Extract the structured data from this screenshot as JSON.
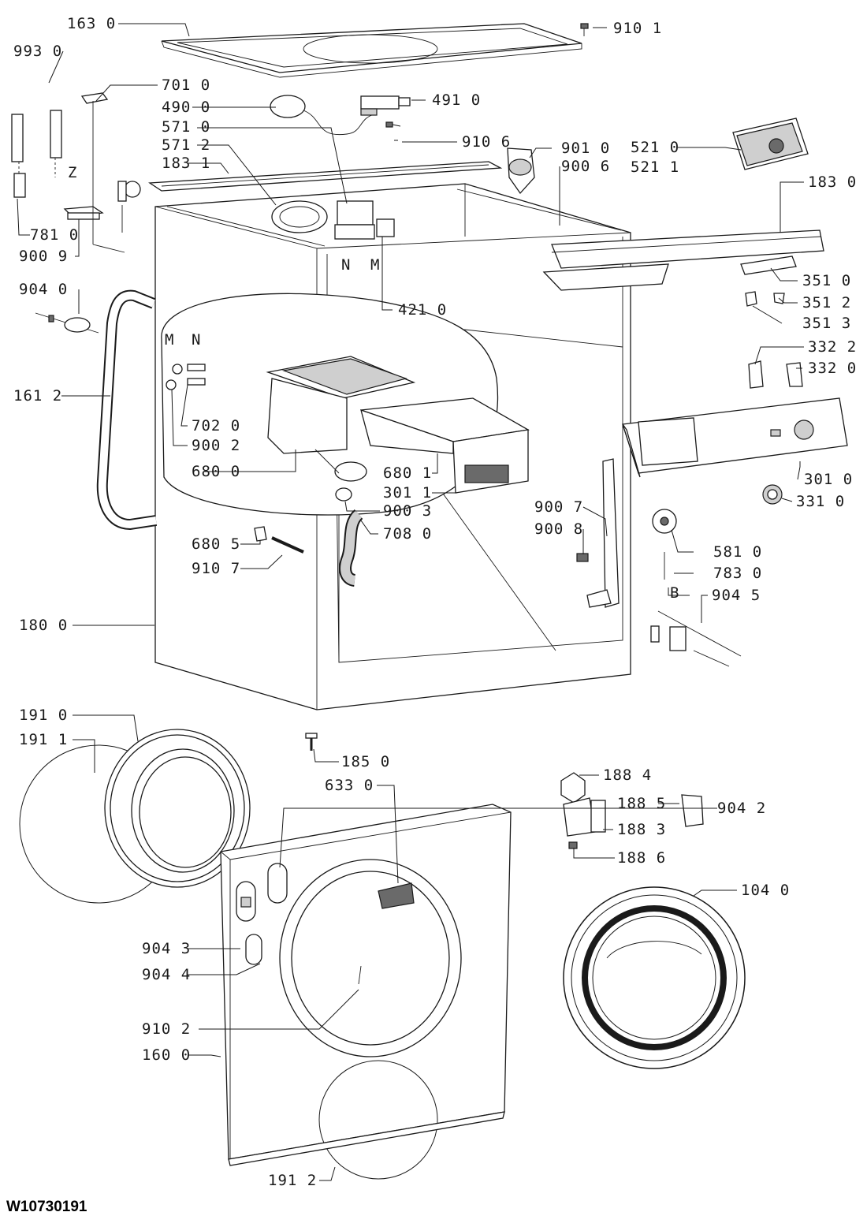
{
  "document_code": "W10730191",
  "callouts": [
    {
      "id": "c-1630",
      "text": "163 0"
    },
    {
      "id": "c-9101",
      "text": "910 1"
    },
    {
      "id": "c-9930",
      "text": "993 0"
    },
    {
      "id": "c-7010",
      "text": "701 0"
    },
    {
      "id": "c-4900",
      "text": "490 0"
    },
    {
      "id": "c-4910",
      "text": "491 0"
    },
    {
      "id": "c-5710",
      "text": "571 0"
    },
    {
      "id": "c-5712",
      "text": "571 2"
    },
    {
      "id": "c-9106",
      "text": "910 6"
    },
    {
      "id": "c-1831",
      "text": "183 1"
    },
    {
      "id": "c-9010",
      "text": "901 0"
    },
    {
      "id": "c-9006",
      "text": "900 6"
    },
    {
      "id": "c-5210",
      "text": "521 0"
    },
    {
      "id": "c-5211",
      "text": "521 1"
    },
    {
      "id": "c-7810",
      "text": "781 0"
    },
    {
      "id": "c-9009",
      "text": "900 9"
    },
    {
      "id": "c-1830",
      "text": "183 0"
    },
    {
      "id": "c-3510",
      "text": "351 0"
    },
    {
      "id": "c-3512",
      "text": "351 2"
    },
    {
      "id": "c-3513",
      "text": "351 3"
    },
    {
      "id": "c-9040",
      "text": "904 0"
    },
    {
      "id": "c-4210",
      "text": "421 0"
    },
    {
      "id": "c-3322",
      "text": "332 2"
    },
    {
      "id": "c-3320",
      "text": "332 0"
    },
    {
      "id": "c-1612",
      "text": "161 2"
    },
    {
      "id": "c-7020",
      "text": "702 0"
    },
    {
      "id": "c-9002",
      "text": "900 2"
    },
    {
      "id": "c-6800",
      "text": "680 0"
    },
    {
      "id": "c-6801",
      "text": "680 1"
    },
    {
      "id": "c-3011",
      "text": "301 1"
    },
    {
      "id": "c-3010",
      "text": "301 0"
    },
    {
      "id": "c-9003",
      "text": "900 3"
    },
    {
      "id": "c-3310",
      "text": "331 0"
    },
    {
      "id": "c-9007",
      "text": "900 7"
    },
    {
      "id": "c-9008",
      "text": "900 8"
    },
    {
      "id": "c-7080",
      "text": "708 0"
    },
    {
      "id": "c-6805",
      "text": "680 5"
    },
    {
      "id": "c-5810",
      "text": "581 0"
    },
    {
      "id": "c-9107",
      "text": "910 7"
    },
    {
      "id": "c-7830",
      "text": "783 0"
    },
    {
      "id": "c-9045",
      "text": "904 5"
    },
    {
      "id": "c-1800",
      "text": "180 0"
    },
    {
      "id": "c-1910",
      "text": "191 0"
    },
    {
      "id": "c-1911",
      "text": "191 1"
    },
    {
      "id": "c-1850",
      "text": "185 0"
    },
    {
      "id": "c-6330",
      "text": "633 0"
    },
    {
      "id": "c-1884",
      "text": "188 4"
    },
    {
      "id": "c-9042",
      "text": "904 2"
    },
    {
      "id": "c-1885",
      "text": "188 5"
    },
    {
      "id": "c-1883",
      "text": "188 3"
    },
    {
      "id": "c-1886",
      "text": "188 6"
    },
    {
      "id": "c-1040",
      "text": "104 0"
    },
    {
      "id": "c-9043",
      "text": "904 3"
    },
    {
      "id": "c-9044",
      "text": "904 4"
    },
    {
      "id": "c-9102",
      "text": "910 2"
    },
    {
      "id": "c-1600",
      "text": "160 0"
    },
    {
      "id": "c-1912",
      "text": "191 2"
    }
  ],
  "connector_letters": [
    {
      "id": "z",
      "text": "Z"
    },
    {
      "id": "n1",
      "text": "N"
    },
    {
      "id": "m1",
      "text": "M"
    },
    {
      "id": "m2",
      "text": "M"
    },
    {
      "id": "n2",
      "text": "N"
    },
    {
      "id": "b",
      "text": "B"
    }
  ]
}
